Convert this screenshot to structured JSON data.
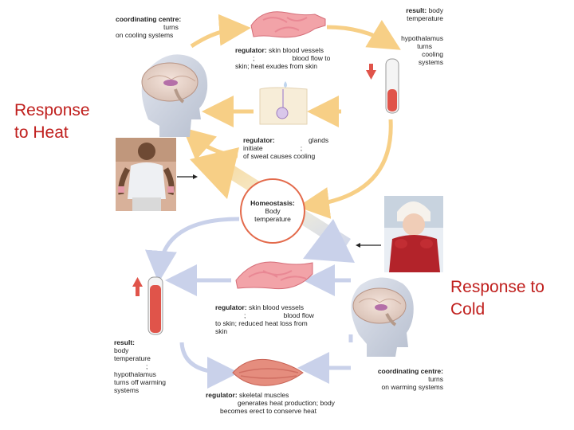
{
  "labels": {
    "response_heat_line1": "Response",
    "response_heat_line2": "to Heat",
    "response_cold_line1": "Response to",
    "response_cold_line2": "Cold"
  },
  "top_cycle": {
    "coord_centre_title": "coordinating centre:",
    "coord_centre_line2": "turns",
    "coord_centre_line3": "on cooling systems",
    "result_title": "result:",
    "result_line1_rest": "body",
    "result_line2": "temperature",
    "hypothalamus_line1": "hypothalamus",
    "hypothalamus_line2": "turns",
    "hypothalamus_line3": "cooling",
    "hypothalamus_line4": "systems",
    "reg1_title": "regulator:",
    "reg1_line1_rest": "skin blood vessels",
    "reg1_line2": ";                    blood flow to",
    "reg1_line3": "skin; heat exudes from skin",
    "reg2_title": "regulator:",
    "reg2_line1_rest": "glands",
    "reg2_line2": "initiate                    ;",
    "reg2_line3": "of sweat causes cooling"
  },
  "homeostasis": {
    "title": "Homeostasis:",
    "line2": "Body",
    "line3": "temperature"
  },
  "bottom_cycle": {
    "reg3_title": "regulator:",
    "reg3_line1_rest": "skin blood vessels",
    "reg3_line2": ";                    blood flow",
    "reg3_line3": "to skin; reduced heat loss from",
    "reg3_line4": "skin",
    "result_title": "result:",
    "result_line2": "body",
    "result_line3": "temperature",
    "result_line4": ";",
    "result_line5": "hypothalamus",
    "result_line6": "turns off warming",
    "result_line7": "systems",
    "coord_centre_title": "coordinating centre:",
    "coord_centre_line2": "turns",
    "coord_centre_line3": "on warming systems",
    "reg4_title": "regulator:",
    "reg4_line1_rest": "skeletal muscles",
    "reg4_line2": "generates heat production; body",
    "reg4_line3": "becomes erect to conserve heat"
  },
  "colors": {
    "warm_arrow": "#f7cf86",
    "cool_arrow": "#c9d1ea",
    "label_red": "#c0201e",
    "thermo_fill": "#e0544a",
    "vessel_pink": "#f2a3a8"
  }
}
